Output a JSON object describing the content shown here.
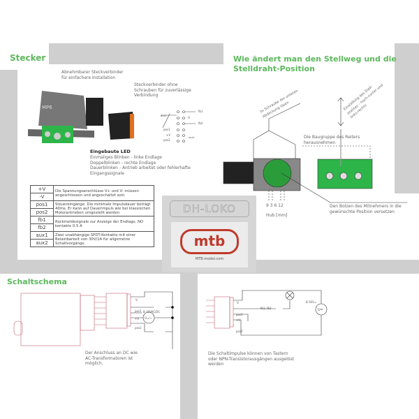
{
  "stecker": {
    "title": "Stecker",
    "callout_removable": [
      "Abnehmbarer Steckverbinder",
      "für einfachere Installation"
    ],
    "callout_screwless": [
      "Steckverbinder ohne",
      "Schrauben für zuverlässige",
      "Verbindung"
    ],
    "device_label": "MP6",
    "led_title": "Eingebaute LED",
    "led_lines": [
      "Einmaliges Blinken - linke Endlage",
      "Doppelblinken - rechte Endlage",
      "Dauerblinken - Antrieb arbeitet oder fehlerhafte",
      "Eingangssignale"
    ],
    "pin_labels": [
      "fb1",
      "-V",
      "fb2",
      "pos1",
      "+V",
      "pos2",
      "aux1",
      "aux2"
    ]
  },
  "table": {
    "rows": [
      {
        "keys": [
          "+V",
          "-V"
        ],
        "desc": "Die Spannungsanschlüsse V+ und V- müssen angeschlossen und angeschaltet sein"
      },
      {
        "keys": [
          "pos1",
          "pos2"
        ],
        "desc": "Steuereingänge. Die minimale Impulsdauer beträgt 40ms. Er kann auf Dauerimpuls wie bei klassischen Motorantrieben umgestellt werden"
      },
      {
        "keys": [
          "fb1",
          "fb2"
        ],
        "desc": "Rückmeldesignale zur Anzeige der Endlage, NO kontakte 0.5 A"
      },
      {
        "keys": [
          "aux1",
          "aux2"
        ],
        "desc": "Zwei unabhängige SPDT-Kontakte mit einer Belastbarkeit von 30V/1A für allgemeine Schaltvorgänge."
      }
    ]
  },
  "stellweg": {
    "title_lines": [
      "Wie ändert man den Stellweg und die",
      "Stelldraht-Position"
    ],
    "screws": "3x Schraube der unteren Abdeckung lösen",
    "adjust": "Einstellung des Stell-drahtes – hoch-runter und links-rechts",
    "baugruppe": [
      "Die Baugruppe des Reiters",
      "herausnehmen"
    ],
    "bolzen": [
      "Den Bolzen des Mitnehmers in die",
      "gewünschte Position versetzen"
    ],
    "hub_values": "9 3   6 12",
    "hub_label": "Hub [mm]"
  },
  "logos": {
    "dh_loko": "DH-LOKO",
    "mtb": "mtb",
    "mtb_url": "MTB-model.com"
  },
  "schaltschema": {
    "title": "Schaltschema",
    "labels": [
      "-V",
      "pos1",
      "+V",
      "pos2"
    ],
    "supply": "8-16VAC/DC",
    "source": "U=/~",
    "note": [
      "Der Anschluss an DC wie",
      "AC-Transformatoren ist",
      "möglich."
    ]
  },
  "schema2": {
    "labels": [
      "-V",
      "fb1, fb2",
      "pos1",
      "+V",
      "pos2"
    ],
    "supply": "8-16V=",
    "source": "U=",
    "note": [
      "Die Schaltimpulse können von Tastern",
      "oder NPN-Transistorausgängen ausgelöst",
      "werden"
    ]
  },
  "colors": {
    "green": "#5cb85c",
    "red": "#c0392b",
    "gray": "#cfcfcf"
  }
}
